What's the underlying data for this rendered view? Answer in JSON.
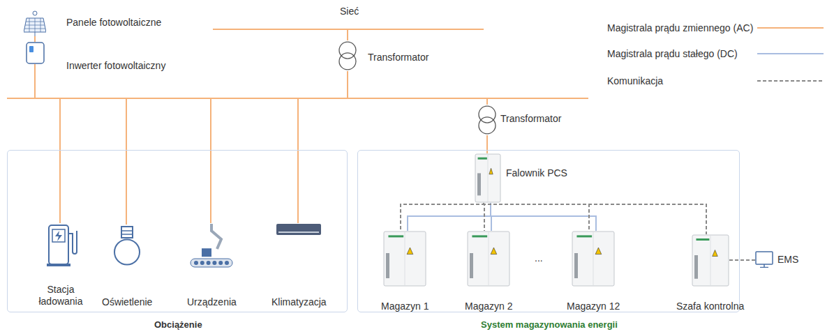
{
  "diagram": {
    "nodes": [
      {
        "text": [
          "Panele fotowoltaiczne"
        ]
      },
      {
        "text": [
          "Inwerter fotowoltaiczny"
        ]
      },
      {
        "text": [
          "Transformator"
        ]
      },
      {
        "text": [
          "Obciążenie"
        ]
      },
      {
        "text": [
          "Stacja ładowania"
        ],
        "in": 3
      },
      {
        "text": [
          "Oświetlenie"
        ],
        "in": 3
      },
      {
        "text": [
          "Urządzenia"
        ],
        "in": 3
      },
      {
        "text": [
          "Klimatyzacja"
        ],
        "in": 3
      },
      {
        "text": [
          "Transformator"
        ]
      },
      {
        "text": [
          "System magazynowania energii"
        ]
      },
      {
        "text": [
          "Falownik PCS"
        ],
        "in": 9
      },
      {
        "text": [
          "Magazyn 1"
        ],
        "in": 9
      },
      {
        "text": [
          "Magazyn 2"
        ],
        "in": 9
      },
      {
        "text": [
          "Magazyn 12"
        ],
        "in": 9
      },
      {
        "text": [
          "Szafa kontrolna"
        ],
        "in": 9
      },
      {
        "text": [
          "EMS"
        ]
      }
    ],
    "edges": [
      {
        "from": 0,
        "to": 1,
        "arrow": "none"
      },
      {
        "from": 8,
        "to": 10,
        "arrow": "none"
      },
      {
        "from": 10,
        "to": 11,
        "arrow": "none"
      },
      {
        "from": 10,
        "to": 12,
        "arrow": "none"
      },
      {
        "from": 10,
        "to": 13,
        "arrow": "none"
      },
      {
        "from": 10,
        "to": 11,
        "arrow": "none"
      },
      {
        "from": 10,
        "to": 12,
        "arrow": "none"
      },
      {
        "from": 10,
        "to": 13,
        "arrow": "none"
      },
      {
        "from": 10,
        "to": 14,
        "arrow": "none"
      },
      {
        "from": 14,
        "to": 15,
        "arrow": "none"
      }
    ],
    "labels": [
      "Sieć",
      "..."
    ],
    "legend": [
      {
        "text": "Magistrala prądu zmiennego (AC)"
      },
      {
        "text": "Magistrala prądu stałego (DC)"
      },
      {
        "text": "Komunikacja"
      }
    ]
  }
}
